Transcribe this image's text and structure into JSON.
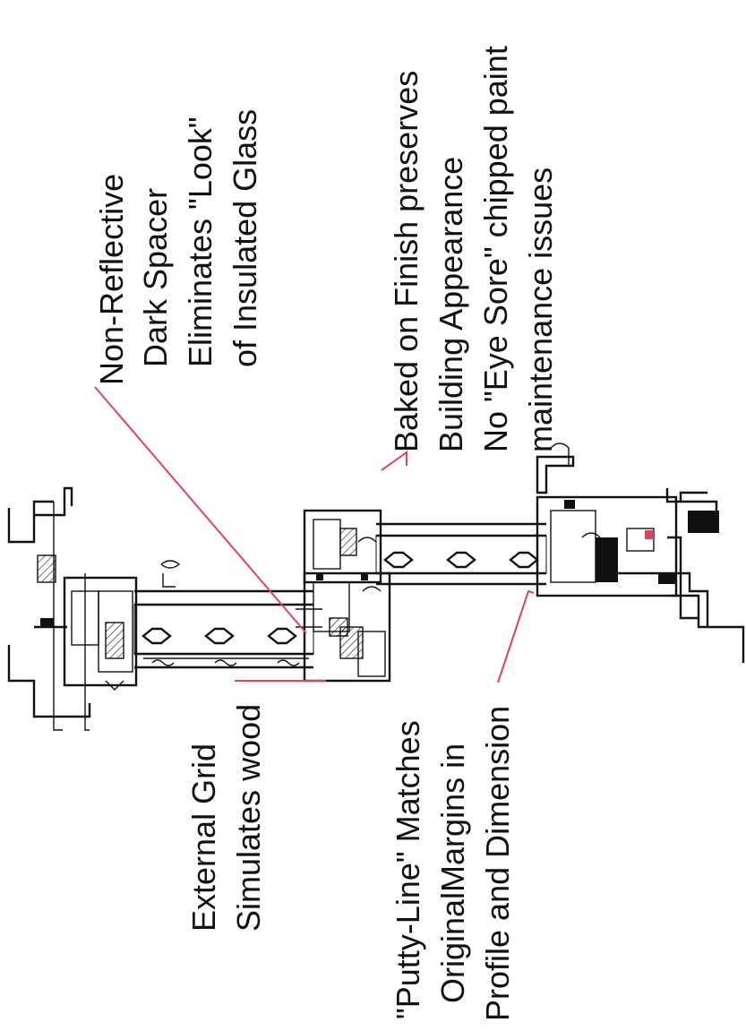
{
  "colors": {
    "leader_line": "#d8465e",
    "drawing_ink": "#111111",
    "background": "#ffffff"
  },
  "callouts": [
    {
      "id": "spacer",
      "lines": [
        "Non-Reflective",
        "Dark Spacer",
        "Eliminates \"Look\"",
        "of Insulated Glass"
      ]
    },
    {
      "id": "finish",
      "lines": [
        "Baked on Finish preserves",
        "Building Appearance",
        "No \"Eye Sore\" chipped paint",
        "maintenance issues"
      ]
    },
    {
      "id": "grid",
      "lines": [
        "External Grid",
        "Simulates wood"
      ]
    },
    {
      "id": "putty",
      "lines": [
        "\"Putty-Line\" Matches",
        "OriginalMargins in",
        "Profile and Dimension"
      ]
    }
  ]
}
